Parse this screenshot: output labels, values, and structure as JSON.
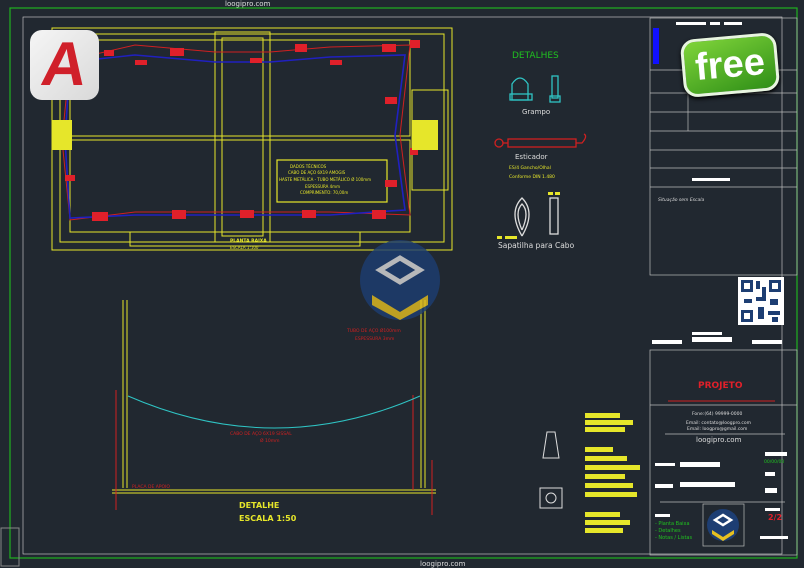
{
  "watermark": {
    "top": "loogipro.com",
    "bottom": "loogipro.com"
  },
  "badges": {
    "app_logo": "A",
    "free": "free"
  },
  "plan": {
    "title": "PLANTA BAIXA",
    "scale": "ESCALA 1:100",
    "notes": [
      "DADOS TÉCNICOS",
      "CABO DE AÇO 6X19 AMOGIS",
      "HASTE METÁLICA - TUBO METÁLICO Ø 100mm",
      "ESPESSURA 4mm",
      "COMPRIMENTO: 70,00m"
    ]
  },
  "details": {
    "title": "DETALHES",
    "grampo": "Grampo",
    "esticador": "Esticador",
    "esticador_spec1": "ES/4 Gancho/Olhal",
    "esticador_spec2": "Conforme DIN 1.480",
    "sapatilha": "Sapatilha para Cabo"
  },
  "section": {
    "tube_label": "TUBO DE AÇO Ø100mm",
    "tube_thickness": "ESPESSURA 3mm",
    "cable_label": "CABO DE AÇO 6X19 SISSAL",
    "cable_length": "Ø 10mm",
    "base_label": "PLACA DE APOIO",
    "title": "DETALHE",
    "scale": "ESCALA 1:50"
  },
  "title_block": {
    "situation": "Situação sem Escala",
    "project": "PROJETO",
    "phone": "Fone:(64) 99999-0000",
    "email1": "Email: contato@loogpro.com",
    "email2": "Email: loogpro@gmail.com",
    "site": "loogipro.com",
    "date": "00/00/00",
    "sheet": "2/2",
    "contents": [
      "- Planta Baixa",
      "- Detalhes",
      "- Notas / Listas"
    ]
  },
  "colors": {
    "background": "#212830",
    "yellow": "#e6e62a",
    "red": "#e0202a",
    "blue": "#2020c0",
    "cyan": "#2fc4c4",
    "green": "#20b020",
    "white": "#e8e8e8"
  }
}
